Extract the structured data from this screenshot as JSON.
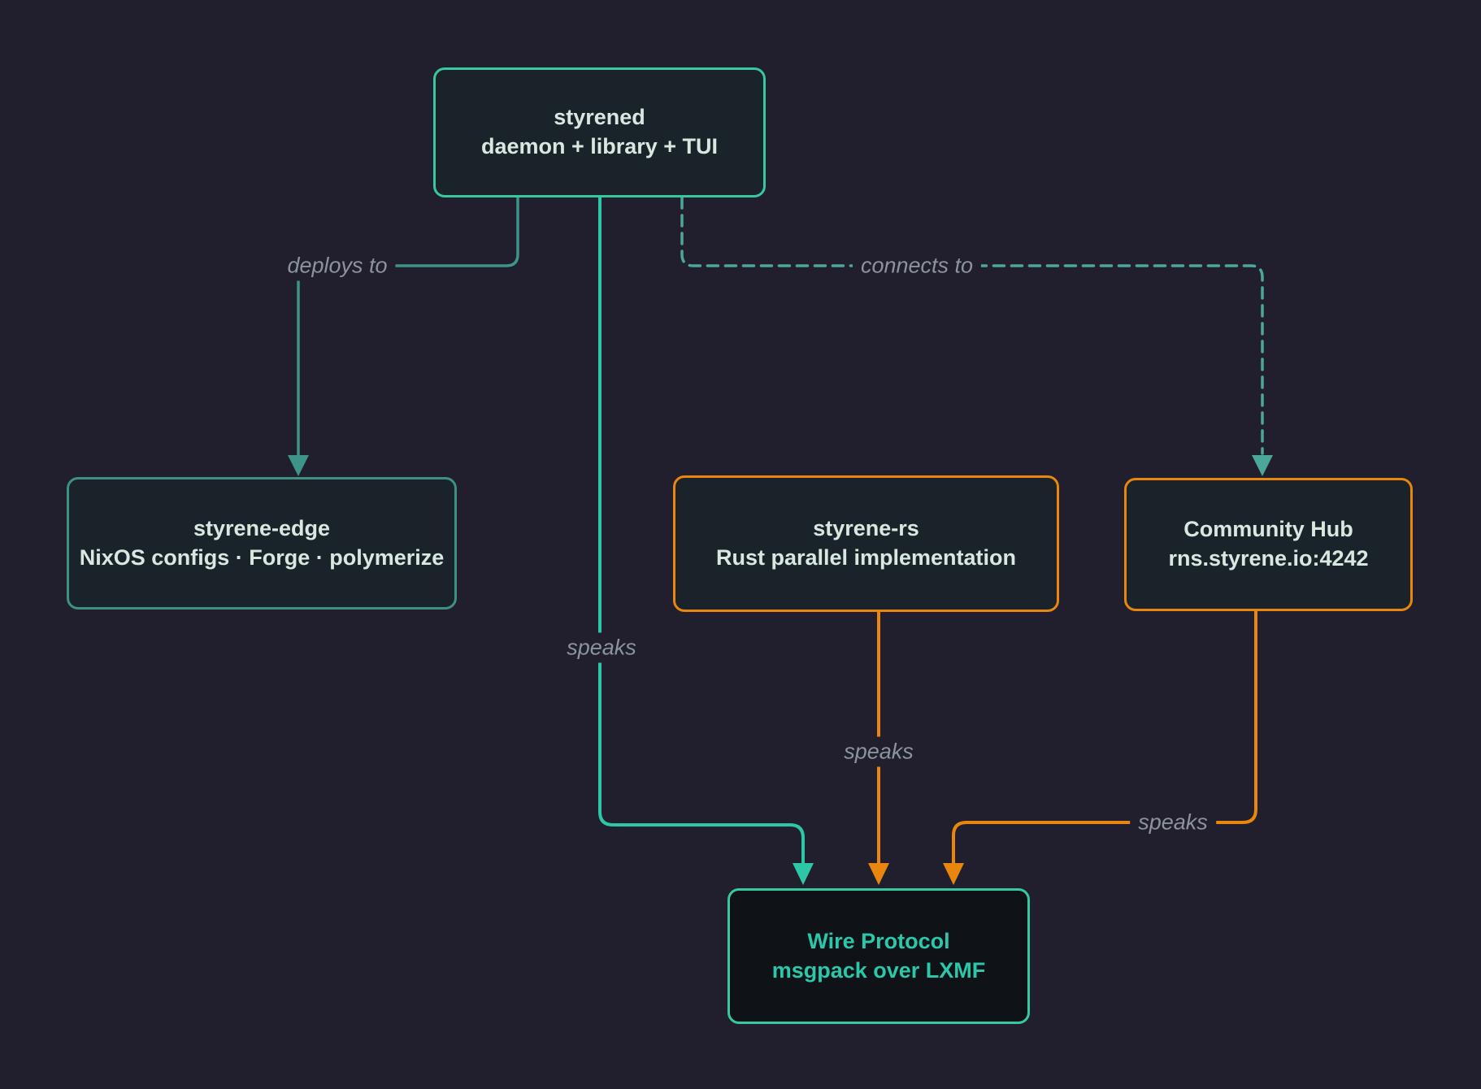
{
  "canvas": {
    "background_color": "#211f2d",
    "node_fill_color": "#1a232a",
    "node_text_color": "#d8e8e0",
    "edge_label_color": "#8b949a"
  },
  "nodes": {
    "styrened": {
      "title": "styrened",
      "subtitle": "daemon + library + TUI",
      "border_color": "#38c89d"
    },
    "styrene_edge": {
      "title": "styrene-edge",
      "subtitle": "NixOS configs · Forge · polymerize",
      "border_color": "#3e9181"
    },
    "styrene_rs": {
      "title": "styrene-rs",
      "subtitle": "Rust parallel implementation",
      "border_color": "#e8860d"
    },
    "community_hub": {
      "title": "Community Hub",
      "subtitle": "rns.styrene.io:4242",
      "border_color": "#e8860d"
    },
    "wire_protocol": {
      "title": "Wire Protocol",
      "subtitle": "msgpack over LXMF",
      "border_color": "#38c89d",
      "text_color": "#2cc7a9",
      "fill_color": "#0f1318"
    }
  },
  "edges": {
    "deploys_to": {
      "label": "deploys to",
      "from": "styrened",
      "to": "styrene_edge",
      "style": "solid",
      "color": "#3d9488"
    },
    "connects_to": {
      "label": "connects to",
      "from": "styrened",
      "to": "community_hub",
      "style": "dashed",
      "color": "#4ba79a"
    },
    "speaks_daemon": {
      "label": "speaks",
      "from": "styrened",
      "to": "wire_protocol",
      "style": "solid",
      "color": "#2cc7a6"
    },
    "speaks_rs": {
      "label": "speaks",
      "from": "styrene_rs",
      "to": "wire_protocol",
      "style": "solid",
      "color": "#e8860d"
    },
    "speaks_hub": {
      "label": "speaks",
      "from": "community_hub",
      "to": "wire_protocol",
      "style": "solid",
      "color": "#e8860d"
    }
  }
}
